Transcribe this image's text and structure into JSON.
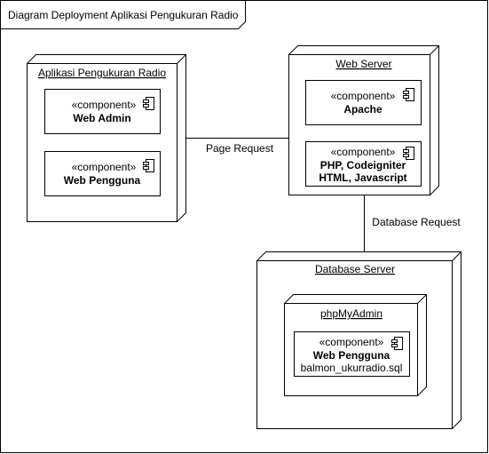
{
  "frame": {
    "title": "Diagram Deployment Aplikasi Pengukuran Radio"
  },
  "nodes": {
    "client": {
      "title": "Aplikasi Pengukuran Radio",
      "components": [
        {
          "stereotype": "«component»",
          "name": "Web Admin"
        },
        {
          "stereotype": "«component»",
          "name": "Web Pengguna"
        }
      ]
    },
    "web_server": {
      "title": "Web Server",
      "components": [
        {
          "stereotype": "«component»",
          "name": "Apache"
        },
        {
          "stereotype": "«component»",
          "name_line1": "PHP, Codeigniter",
          "name_line2": "HTML, Javascript"
        }
      ]
    },
    "db_server": {
      "title": "Database Server",
      "inner_node": {
        "title": "phpMyAdmin",
        "component": {
          "stereotype": "«component»",
          "name": "Web Pengguna",
          "detail": "balmon_ukurradio.sql"
        }
      }
    }
  },
  "connections": {
    "page_request": "Page Request",
    "database_request": "Database Request"
  }
}
